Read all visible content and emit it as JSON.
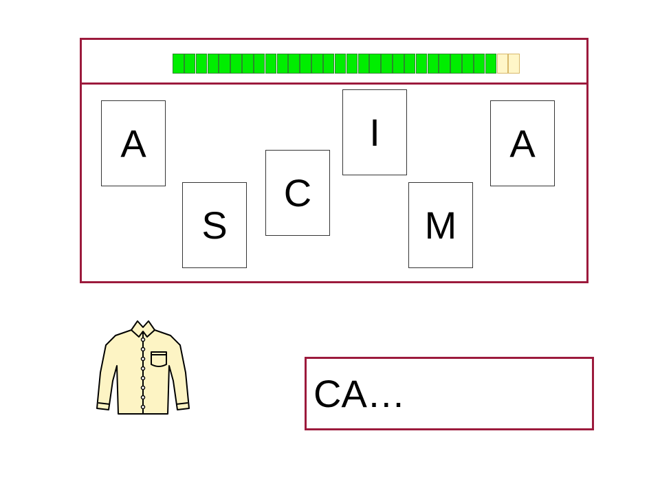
{
  "progress": {
    "total_cells": 30,
    "completed_cells": 28,
    "done_color": "#00ee00",
    "todo_color": "#fff6c8"
  },
  "letters": [
    {
      "id": "a1",
      "char": "A"
    },
    {
      "id": "s",
      "char": "S"
    },
    {
      "id": "c",
      "char": "C"
    },
    {
      "id": "i",
      "char": "I"
    },
    {
      "id": "m",
      "char": "M"
    },
    {
      "id": "a2",
      "char": "A"
    }
  ],
  "picture": {
    "icon": "shirt-icon",
    "fill_color": "#fdf4c4"
  },
  "answer": {
    "text": "CA…"
  },
  "colors": {
    "frame": "#9c1a3c"
  }
}
